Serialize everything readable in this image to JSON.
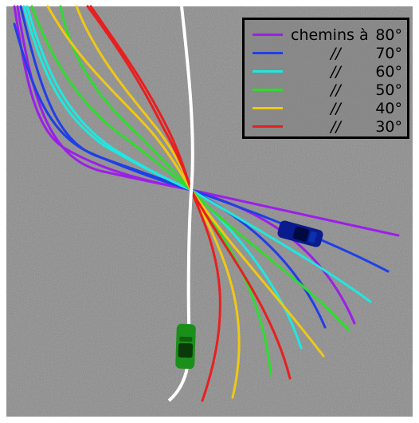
{
  "scene": {
    "background_color": "#8a8a8a",
    "road_color": "#ffffff",
    "crossing_point": "shared",
    "vehicles": [
      {
        "name": "green-car",
        "color": "#1a8f1a"
      },
      {
        "name": "blue-car",
        "color": "#0a1a8f"
      }
    ]
  },
  "legend": {
    "rows": [
      {
        "prefix": "chemins à",
        "angle": "80°",
        "color": "#9b1fe8"
      },
      {
        "prefix": "//",
        "angle": "70°",
        "color": "#1f3fe8"
      },
      {
        "prefix": "//",
        "angle": "60°",
        "color": "#1fe8e0"
      },
      {
        "prefix": "//",
        "angle": "50°",
        "color": "#2fdc2f"
      },
      {
        "prefix": "//",
        "angle": "40°",
        "color": "#f0c814"
      },
      {
        "prefix": "//",
        "angle": "30°",
        "color": "#e81f1f"
      }
    ]
  }
}
